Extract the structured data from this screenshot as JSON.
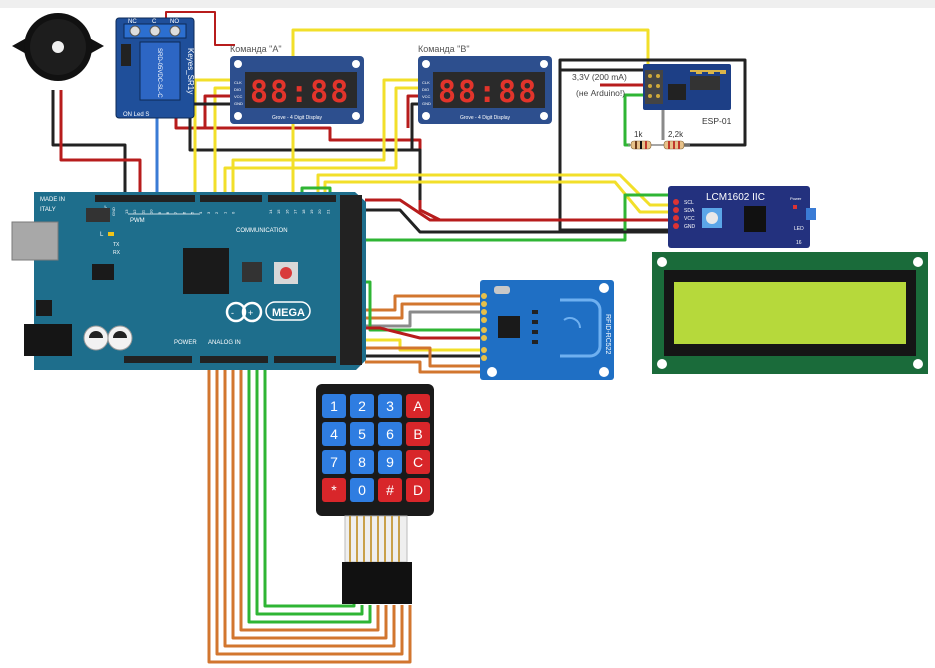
{
  "colors": {
    "wire_red": "#b71c1c",
    "wire_black": "#222222",
    "wire_yellow": "#f2df2a",
    "wire_green": "#2fb534",
    "wire_orange": "#d2762f",
    "wire_blue": "#3a7bd5",
    "wire_gray": "#8a8a8a",
    "board_blue": "#1e6e8c",
    "module_blue": "#2d4f8e",
    "rfid_blue": "#1f6fc4",
    "lcd_green": "#b6d93b",
    "keypad_blue": "#2f7de1",
    "keypad_red": "#d8262a"
  },
  "buzzer": {
    "icon": "buzzer-icon"
  },
  "relay": {
    "header": [
      "NC",
      "C",
      "NO"
    ],
    "model": "SRD-05VDC-SL-C",
    "brand": "Keyes_SR1y",
    "bottom": "ON  Led  S"
  },
  "display_a": {
    "title": "Команда \"A\"",
    "digits": "88:88",
    "caption": "Grove - 4 Digit Display",
    "pins": [
      "CLK",
      "DIO",
      "VCC",
      "GND"
    ]
  },
  "display_b": {
    "title": "Команда \"B\"",
    "digits": "88:88",
    "caption": "Grove - 4 Digit Display",
    "pins": [
      "CLK",
      "DIO",
      "VCC",
      "GND"
    ]
  },
  "esp": {
    "label": "ESP-01",
    "note_line1": "3,3V (200 mA)",
    "note_line2": "(не Arduino!)"
  },
  "resistors": {
    "r1": "1k",
    "r2": "2,2k"
  },
  "lcd_module": {
    "title": "LCM1602 IIC",
    "pins": [
      "SCL",
      "SDA",
      "VCC",
      "GND"
    ],
    "led_label": "LED",
    "power_label": "Power",
    "corner": "16"
  },
  "rfid": {
    "label": "RFID-RC522"
  },
  "arduino": {
    "made_in": "MADE IN",
    "italy": "ITALY",
    "pwm": "PWM",
    "communication": "COMMUNICATION",
    "brand": "MEGA",
    "power": "POWER",
    "analog_in": "ANALOG IN",
    "l_label": "L",
    "tx_label": "TX",
    "rx_label": "RX",
    "aref": "AREF",
    "gnd": "GND",
    "top_digital": [
      "13",
      "12",
      "11",
      "10",
      "9",
      "8",
      "7",
      "6",
      "5",
      "4",
      "3",
      "2",
      "1",
      "0"
    ],
    "top_comm": [
      "14",
      "15",
      "16",
      "17",
      "18",
      "19",
      "20",
      "21"
    ]
  },
  "keypad": {
    "rows": [
      [
        {
          "label": "1",
          "kind": "num"
        },
        {
          "label": "2",
          "kind": "num"
        },
        {
          "label": "3",
          "kind": "num"
        },
        {
          "label": "A",
          "kind": "letter"
        }
      ],
      [
        {
          "label": "4",
          "kind": "num"
        },
        {
          "label": "5",
          "kind": "num"
        },
        {
          "label": "6",
          "kind": "num"
        },
        {
          "label": "B",
          "kind": "letter"
        }
      ],
      [
        {
          "label": "7",
          "kind": "num"
        },
        {
          "label": "8",
          "kind": "num"
        },
        {
          "label": "9",
          "kind": "num"
        },
        {
          "label": "C",
          "kind": "letter"
        }
      ],
      [
        {
          "label": "*",
          "kind": "letter"
        },
        {
          "label": "0",
          "kind": "num"
        },
        {
          "label": "#",
          "kind": "letter"
        },
        {
          "label": "D",
          "kind": "letter"
        }
      ]
    ]
  }
}
